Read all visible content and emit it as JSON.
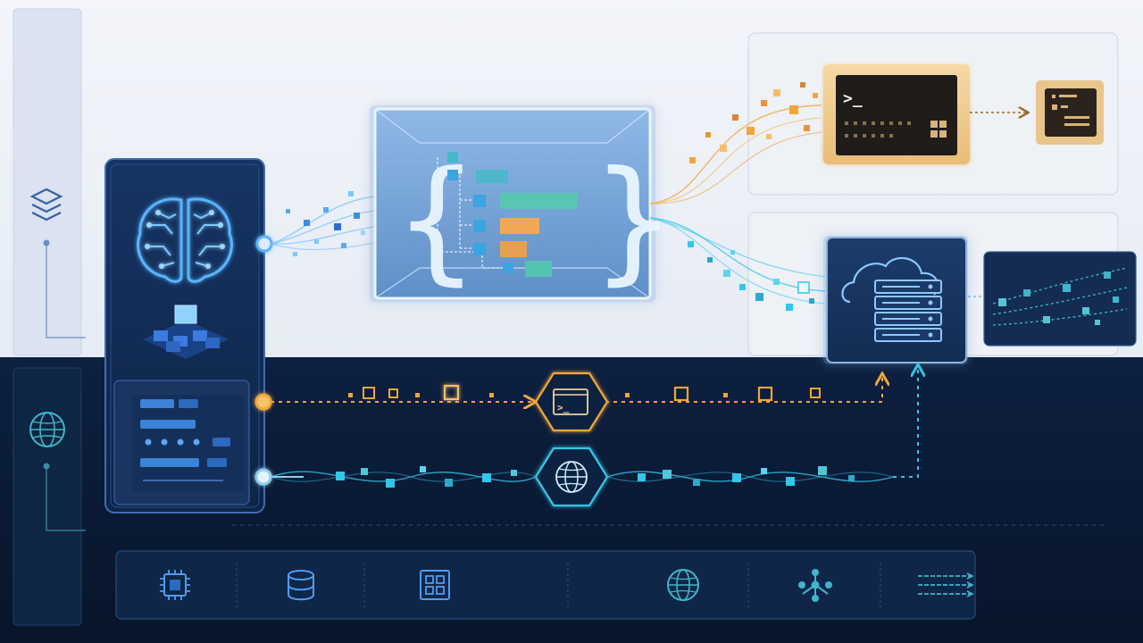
{
  "palette": {
    "upper_bg": "#eef1f7",
    "lower_bg": "#0b1a33",
    "panel_dark": "#10264d",
    "cyan": "#34c6e8",
    "orange": "#f2a63a",
    "blue_glow": "#5ab4ff",
    "sidebar_top": "#dde5f3",
    "sidebar_bottom": "#0e2440"
  },
  "sidebar": {
    "items": [
      {
        "icon": "layers-icon"
      },
      {
        "icon": "globe-icon"
      }
    ]
  },
  "left_panel": {
    "icons": [
      "brain-circuit-icon",
      "cube-stack-icon",
      "form-widget-icon"
    ],
    "ports": [
      "blue-port",
      "orange-port",
      "cyan-port"
    ]
  },
  "center_panel": {
    "icon": "code-braces-tree-icon",
    "glyph_left": "{",
    "glyph_right": "}"
  },
  "terminal_group": {
    "terminal": {
      "prompt": ">_",
      "icon": "terminal-window-icon"
    },
    "output": {
      "icon": "list-document-icon"
    }
  },
  "cloud_group": {
    "server": {
      "icon": "cloud-server-icon"
    },
    "stream": {
      "icon": "data-stream-icon"
    }
  },
  "pipelines": [
    {
      "name": "terminal-pipeline",
      "color": "orange",
      "node_icon": "terminal-icon",
      "node_prompt": ">_"
    },
    {
      "name": "web-pipeline",
      "color": "cyan",
      "node_icon": "globe-icon"
    }
  ],
  "toolbar": {
    "items": [
      {
        "icon": "cpu-chip-icon"
      },
      {
        "icon": "database-icon"
      },
      {
        "icon": "grid-apps-icon"
      },
      {
        "icon": "globe-icon"
      },
      {
        "icon": "network-nodes-icon"
      },
      {
        "icon": "data-flow-icon"
      }
    ]
  }
}
